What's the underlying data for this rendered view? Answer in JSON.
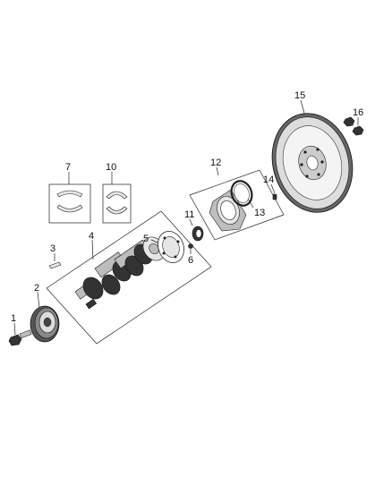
{
  "diagram": {
    "callouts": [
      {
        "id": "c1",
        "label": "1"
      },
      {
        "id": "c2",
        "label": "2"
      },
      {
        "id": "c3",
        "label": "3"
      },
      {
        "id": "c4",
        "label": "4"
      },
      {
        "id": "c5",
        "label": "5"
      },
      {
        "id": "c6",
        "label": "6"
      },
      {
        "id": "c7",
        "label": "7"
      },
      {
        "id": "c10",
        "label": "10"
      },
      {
        "id": "c11",
        "label": "11"
      },
      {
        "id": "c12",
        "label": "12"
      },
      {
        "id": "c13",
        "label": "13"
      },
      {
        "id": "c14",
        "label": "14"
      },
      {
        "id": "c15",
        "label": "15"
      },
      {
        "id": "c16",
        "label": "16"
      }
    ]
  }
}
